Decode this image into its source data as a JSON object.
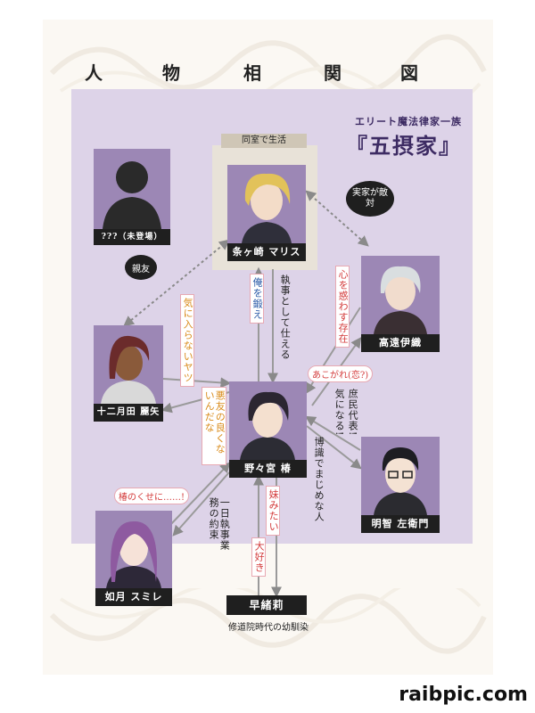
{
  "title_chars": [
    "人",
    "物",
    "相",
    "関",
    "図"
  ],
  "cohabit_label": "同室で生活",
  "family": {
    "subtitle": "エリート魔法律家一族",
    "name": "『五摂家』"
  },
  "characters": {
    "unknown": "???（未登場）",
    "maris": "条ヶ崎 マリス",
    "iori": "高遠伊織",
    "reiya": "十二月田 麗矢",
    "tsubaki": "野々宮 椿",
    "saemon": "明智 左衛門",
    "sumire": "如月 スミレ",
    "sao": "早緒莉"
  },
  "relations": {
    "best_friends": "親友",
    "family_hostile": "実家が敵対",
    "teach_me": "俺を鍛え",
    "serve_butler": "執事として仕える",
    "heart_disturbing": "心を惑わす存在",
    "dont_like": "気に入らないヤツ",
    "admire": "あこがれ(恋?)",
    "commoner_rep": "庶民代表!",
    "curious": "気になる!",
    "bad_friend": "悪友の良くないんだな",
    "learned_serious": "博識でまじめな人",
    "despite_tsubaki": "椿のくせに……!",
    "butler_promise": "一日執事業務の約束",
    "like_sister": "妹みたい",
    "love": "大好き"
  },
  "sao_caption": "修道院時代の幼馴染",
  "watermark": "raibpic.com",
  "colors": {
    "group_bg": "#ddd3e8",
    "portrait_bg": "#9c87b5",
    "family_text": "#3d2b63",
    "plate": "#1f1f1f"
  }
}
